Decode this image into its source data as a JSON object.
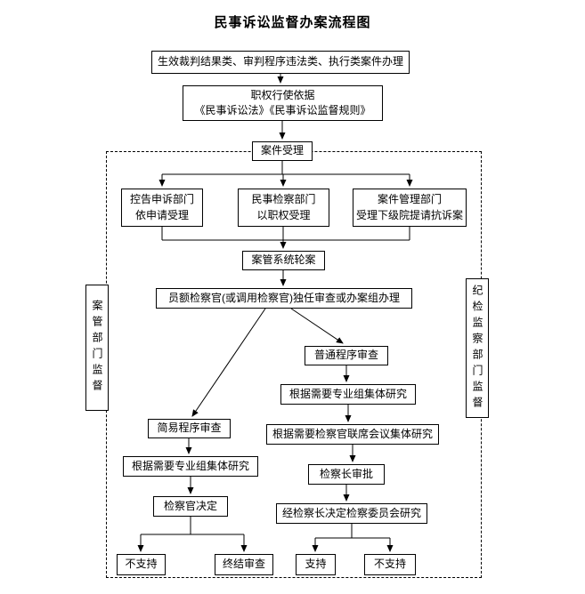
{
  "title": "民事诉讼监督办案流程图",
  "nodes": {
    "case_types": "生效裁判结果类、审判程序违法类、执行类案件办理",
    "legal_basis": "职权行使依据\n《民事诉讼法》《民事诉讼监督规则》",
    "case_acceptance": "案件受理",
    "complaint_dept": "控告申诉部门\n依申请受理",
    "civil_dept": "民事检察部门\n以职权受理",
    "case_mgmt_dept": "案件管理部门\n受理下级院提请抗诉案",
    "case_rotation": "案管系统轮案",
    "prosecutor_handling": "员额检察官(或调用检察官)独任审查或办案组办理",
    "ordinary_procedure": "普通程序审查",
    "ordinary_group_research": "根据需要专业组集体研究",
    "joint_meeting_research": "根据需要检察官联席会议集体研究",
    "chief_prosecutor_approval": "检察长审批",
    "committee_research": "经检察长决定检察委员会研究",
    "support": "支持",
    "not_support_right": "不支持",
    "simple_procedure": "简易程序审查",
    "simple_group_research": "根据需要专业组集体研究",
    "prosecutor_decision": "检察官决定",
    "not_support_left": "不支持",
    "end_review": "终结审查",
    "case_mgmt_supervision": "案管部门监督",
    "discipline_supervision": "纪检监察部门监督"
  }
}
